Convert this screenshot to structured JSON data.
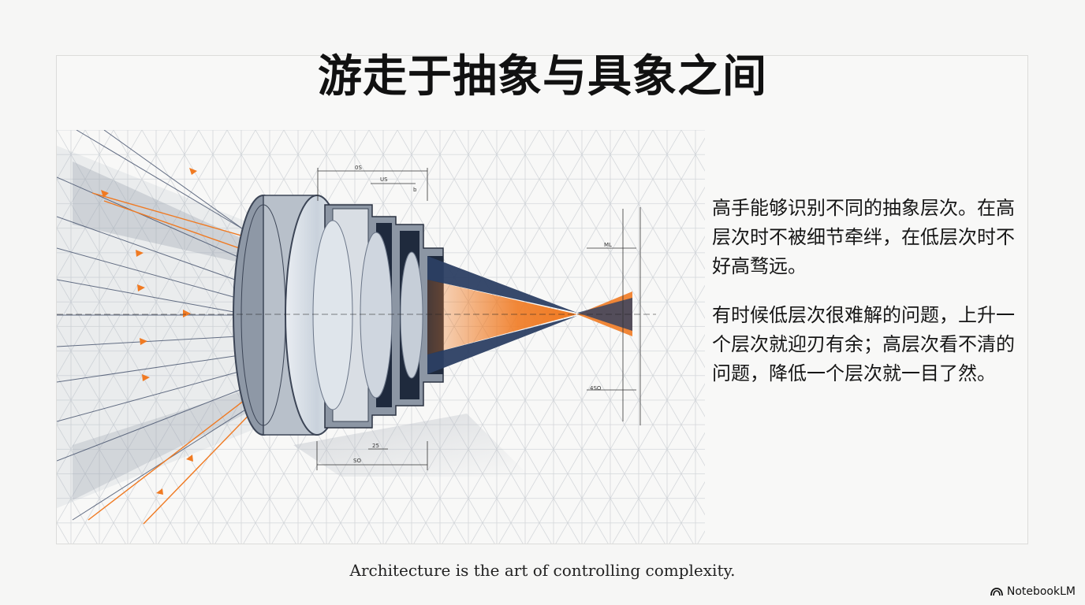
{
  "slide": {
    "title": "游走于抽象与具象之间",
    "paragraphs": [
      "高手能够识别不同的抽象层次。在高层次时不被细节牵绊，在低层次时不好高骛远。",
      "有时候低层次很难解的问题，上升一个层次就迎刃有余；高层次看不清的问题，降低一个层次就一目了然。"
    ],
    "caption": "Architecture is the art of controlling complexity."
  },
  "illustration": {
    "dimension_labels": {
      "top": "0S",
      "top_small_a": "US",
      "top_small_b": "b",
      "right_top": "ML",
      "right_bottom": "4SO",
      "bottom_small": "25",
      "bottom": "SO"
    },
    "colors": {
      "accent_orange": "#f07a22",
      "navy": "#2c3f63",
      "grid": "#cfd2d6"
    }
  },
  "brand": {
    "name": "NotebookLM",
    "icon": "notebooklm-logo-icon"
  }
}
